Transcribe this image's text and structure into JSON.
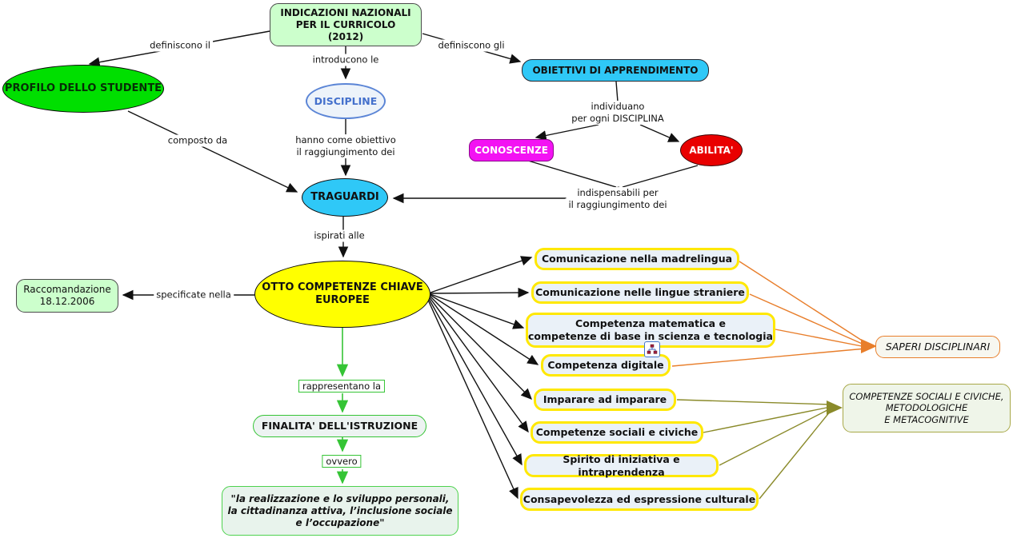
{
  "map": {
    "nodes": {
      "indicazioni": "INDICAZIONI NAZIONALI\nPER IL CURRICOLO\n(2012)",
      "profilo": "PROFILO DELLO STUDENTE",
      "discipline": "DISCIPLINE",
      "obiettivi": "OBIETTIVI DI APPRENDIMENTO",
      "conoscenze": "CONOSCENZE",
      "abilita": "ABILITA'",
      "traguardi": "TRAGUARDI",
      "otto_competenze": "OTTO COMPETENZE CHIAVE\nEUROPEE",
      "raccomandazione": "Raccomandazione\n18.12.2006",
      "finalita": "FINALITA' DELL'ISTRUZIONE",
      "citazione": "\"la realizzazione e lo sviluppo personali,\nla cittadinanza attiva, l’inclusione sociale\ne l’occupazione\"",
      "saperi_disciplinari": "SAPERI DISCIPLINARI",
      "competenze_gruppo": "COMPETENZE SOCIALI E CIVICHE,\nMETODOLOGICHE\nE METACOGNITIVE"
    },
    "competenze": [
      "Comunicazione nella madrelingua",
      "Comunicazione nelle lingue straniere",
      "Competenza matematica e\ncompetenze di base in scienza e tecnologia",
      "Competenza digitale",
      "Imparare ad imparare",
      "Competenze sociali e civiche",
      "Spirito di iniziativa e intraprendenza",
      "Consapevolezza ed espressione culturale"
    ],
    "link_labels": {
      "definiscono_il": "definiscono il",
      "introducono_le": "introducono le",
      "definiscono_gli": "definiscono gli",
      "individuano": "individuano\nper ogni DISCIPLINA",
      "composto_da": "composto da",
      "hanno_obiettivo": "hanno come obiettivo\nil raggiungimento dei",
      "indispensabili": "indispensabili per\nil raggiungimento dei",
      "ispirati_alle": "ispirati alle",
      "specificate_nella": "specificate nella",
      "rappresentano_la": "rappresentano la",
      "ovvero": "ovvero"
    },
    "icons": {
      "linked_map": "sitemap-icon"
    },
    "colors": {
      "green_node": "#00df00",
      "cyan_node": "#2fc8f7",
      "magenta_node": "#f312f3",
      "red_node": "#e90000",
      "yellow_node": "#ffff00",
      "light_green_box": "#ccffcc",
      "yellow_border": "#ffe800",
      "orange_line": "#e87e2b",
      "olive_line": "#8a8a2a",
      "green_line": "#35c435",
      "black_line": "#111111"
    }
  }
}
